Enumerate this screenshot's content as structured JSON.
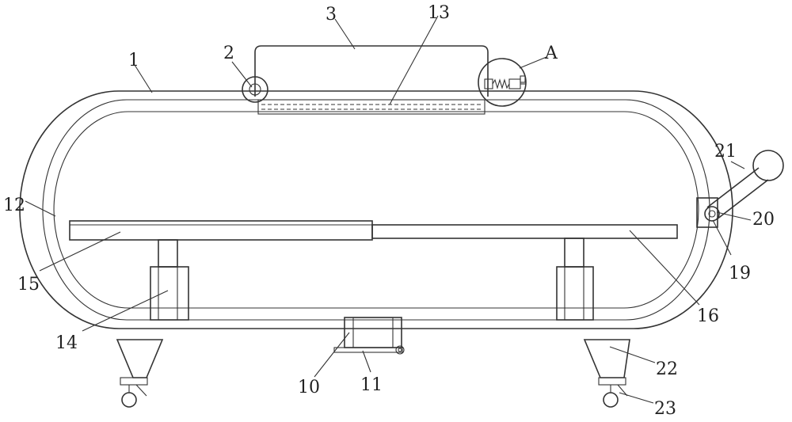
{
  "labels": [
    {
      "id": "1",
      "text": "1"
    },
    {
      "id": "2",
      "text": "2"
    },
    {
      "id": "3",
      "text": "3"
    },
    {
      "id": "13",
      "text": "13"
    },
    {
      "id": "A",
      "text": "A"
    },
    {
      "id": "21",
      "text": "21"
    },
    {
      "id": "12",
      "text": "12"
    },
    {
      "id": "20",
      "text": "20"
    },
    {
      "id": "15",
      "text": "15"
    },
    {
      "id": "19",
      "text": "19"
    },
    {
      "id": "14",
      "text": "14"
    },
    {
      "id": "16",
      "text": "16"
    },
    {
      "id": "22",
      "text": "22"
    },
    {
      "id": "10",
      "text": "10"
    },
    {
      "id": "11",
      "text": "11"
    },
    {
      "id": "23",
      "text": "23"
    }
  ]
}
